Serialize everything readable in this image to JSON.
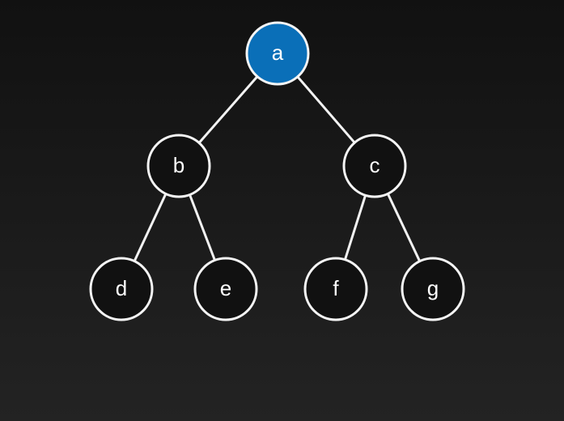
{
  "diagram": {
    "type": "binary-tree",
    "colors": {
      "background": "#1a1a1a",
      "highlight_fill": "#0a6fb8",
      "node_fill": "#111111",
      "stroke": "#f5f5f5",
      "label": "#ffffff"
    },
    "nodes": [
      {
        "id": "a",
        "label": "a",
        "highlighted": true
      },
      {
        "id": "b",
        "label": "b",
        "highlighted": false
      },
      {
        "id": "c",
        "label": "c",
        "highlighted": false
      },
      {
        "id": "d",
        "label": "d",
        "highlighted": false
      },
      {
        "id": "e",
        "label": "e",
        "highlighted": false
      },
      {
        "id": "f",
        "label": "f",
        "highlighted": false
      },
      {
        "id": "g",
        "label": "g",
        "highlighted": false
      }
    ],
    "edges": [
      {
        "from": "a",
        "to": "b"
      },
      {
        "from": "a",
        "to": "c"
      },
      {
        "from": "b",
        "to": "d"
      },
      {
        "from": "b",
        "to": "e"
      },
      {
        "from": "c",
        "to": "f"
      },
      {
        "from": "c",
        "to": "g"
      }
    ]
  }
}
